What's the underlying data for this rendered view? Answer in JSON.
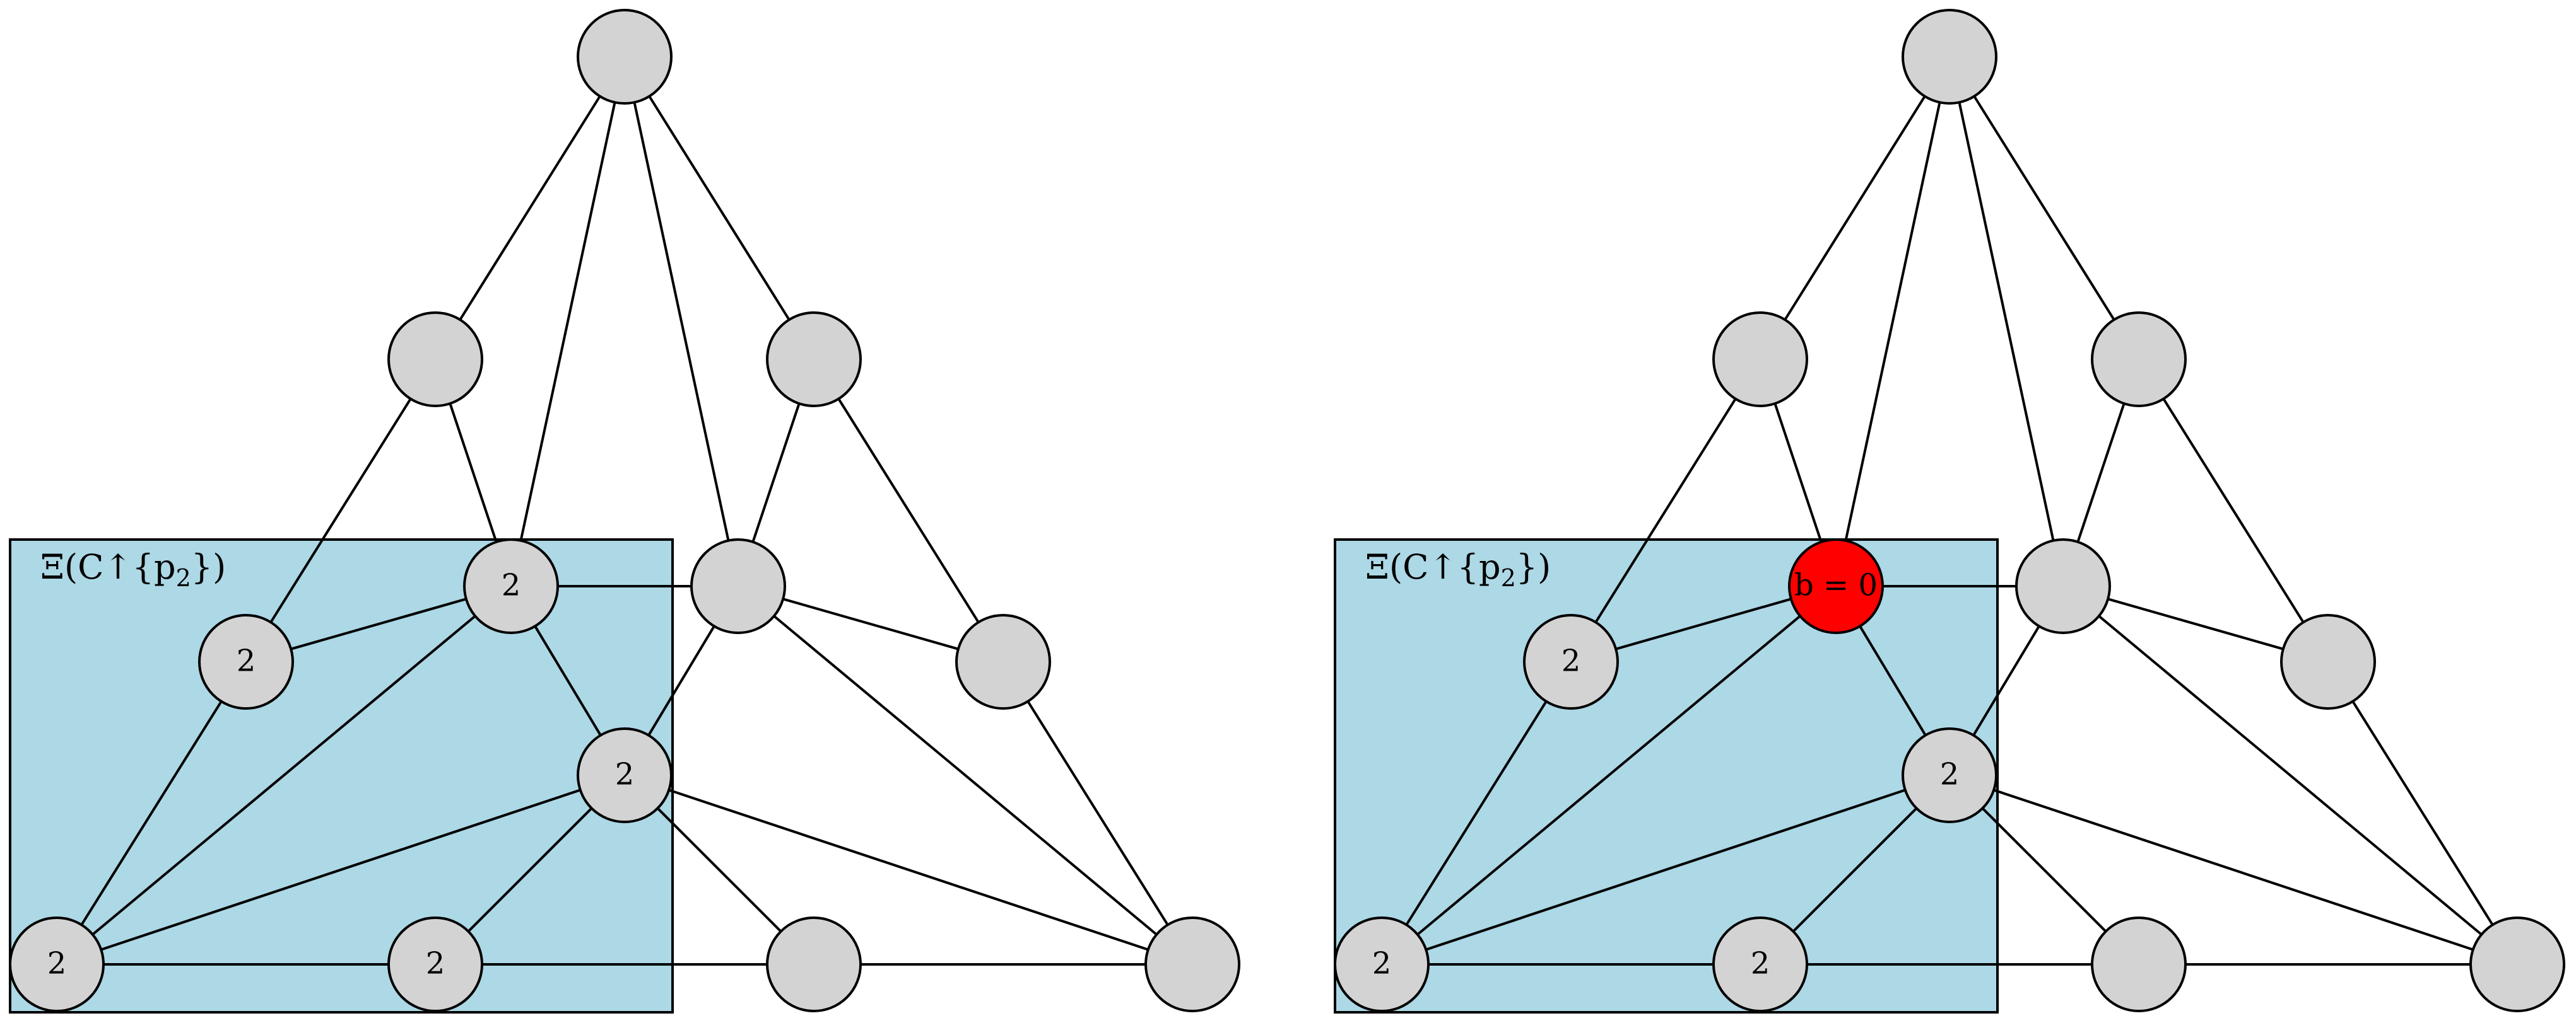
{
  "diagram": {
    "colors": {
      "node_fill": "#d3d3d3",
      "highlight_fill": "#ff0000",
      "cluster_fill": "#add8e6",
      "stroke": "#000000",
      "background": "#ffffff"
    },
    "panels": [
      {
        "cluster_label": {
          "main": "Ξ(C↑{p",
          "sub": "2",
          "tail": "})"
        },
        "nodes": [
          {
            "id": "top",
            "label": ""
          },
          {
            "id": "ml",
            "label": ""
          },
          {
            "id": "mr",
            "label": ""
          },
          {
            "id": "a",
            "label": "2"
          },
          {
            "id": "b",
            "label": ""
          },
          {
            "id": "c",
            "label": "2"
          },
          {
            "id": "d",
            "label": ""
          },
          {
            "id": "e",
            "label": "2"
          },
          {
            "id": "f",
            "label": "2"
          },
          {
            "id": "g",
            "label": "2"
          },
          {
            "id": "h",
            "label": ""
          },
          {
            "id": "i",
            "label": ""
          }
        ],
        "highlight_node": null
      },
      {
        "cluster_label": {
          "main": "Ξ(C↑{p",
          "sub": "2",
          "tail": "})"
        },
        "nodes": [
          {
            "id": "top",
            "label": ""
          },
          {
            "id": "ml",
            "label": ""
          },
          {
            "id": "mr",
            "label": ""
          },
          {
            "id": "a",
            "label": "b = 0"
          },
          {
            "id": "b",
            "label": ""
          },
          {
            "id": "c",
            "label": "2"
          },
          {
            "id": "d",
            "label": ""
          },
          {
            "id": "e",
            "label": "2"
          },
          {
            "id": "f",
            "label": "2"
          },
          {
            "id": "g",
            "label": "2"
          },
          {
            "id": "h",
            "label": ""
          },
          {
            "id": "i",
            "label": ""
          }
        ],
        "highlight_node": "a"
      }
    ],
    "edges": [
      [
        "top",
        "ml"
      ],
      [
        "top",
        "a"
      ],
      [
        "top",
        "b"
      ],
      [
        "top",
        "mr"
      ],
      [
        "ml",
        "c"
      ],
      [
        "ml",
        "a"
      ],
      [
        "mr",
        "b"
      ],
      [
        "mr",
        "d"
      ],
      [
        "a",
        "b"
      ],
      [
        "a",
        "c"
      ],
      [
        "a",
        "e"
      ],
      [
        "a",
        "f"
      ],
      [
        "b",
        "e"
      ],
      [
        "b",
        "d"
      ],
      [
        "b",
        "i"
      ],
      [
        "c",
        "f"
      ],
      [
        "d",
        "i"
      ],
      [
        "e",
        "f"
      ],
      [
        "e",
        "g"
      ],
      [
        "e",
        "h"
      ],
      [
        "e",
        "i"
      ],
      [
        "f",
        "g"
      ],
      [
        "g",
        "h"
      ],
      [
        "h",
        "i"
      ]
    ]
  }
}
